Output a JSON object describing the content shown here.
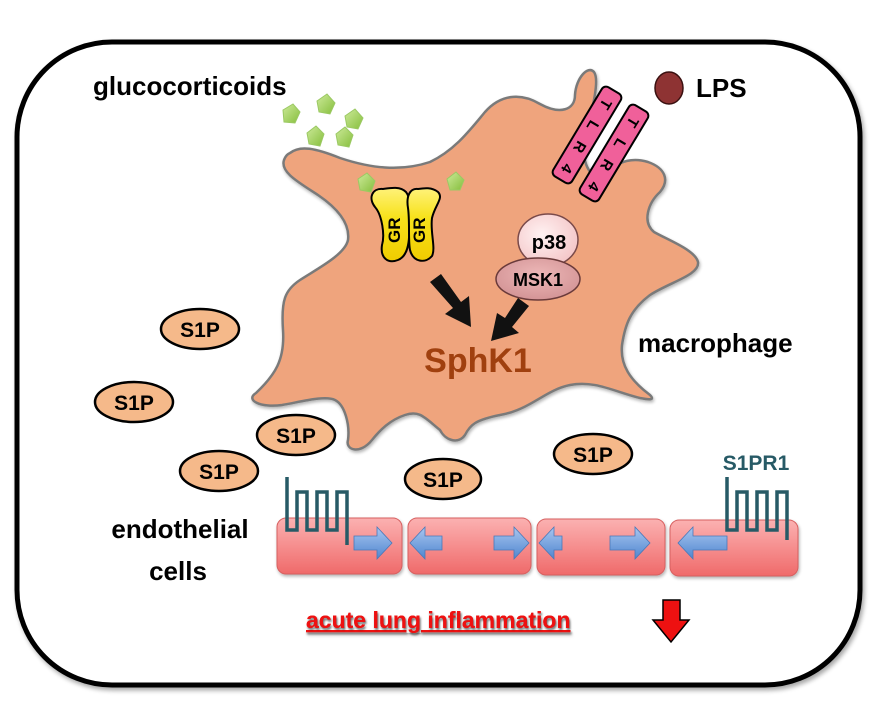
{
  "figure": {
    "type": "schematic",
    "labels": {
      "glucocorticoids": "glucocorticoids",
      "lps": "LPS",
      "macrophage": "macrophage",
      "endothelial": "endothelial",
      "cells": "cells",
      "sphk1": "SphK1",
      "s1pr1": "S1PR1",
      "outcome": "acute lung inflammation"
    },
    "receptors": {
      "gr": [
        "GR",
        "GR"
      ],
      "tlr4": [
        [
          "T",
          "L",
          "R",
          "4"
        ],
        [
          "T",
          "L",
          "R",
          "4"
        ]
      ]
    },
    "kinases": {
      "p38": "p38",
      "msk1": "MSK1"
    },
    "s1p_molecules": [
      "S1P",
      "S1P",
      "S1P",
      "S1P",
      "S1P",
      "S1P"
    ],
    "endothelial_cells": {
      "count": 4,
      "junction_arrows": [
        "right",
        "left",
        "right",
        "left",
        "right",
        "left"
      ]
    },
    "outcome_direction": "decrease",
    "colors": {
      "macrophage_fill": "#EFA47D",
      "macrophage_outline": "#7a7a7a",
      "sphk1_text": "#A0400F",
      "glucocorticoid_fill": "#9ACD4A",
      "gr_fill": "#F6E01A",
      "tlr4_fill": "#F0609A",
      "lps_fill": "#8E3333",
      "p38_fill": "#F8D0D0",
      "msk1_fill": "#D89898",
      "s1p_fill": "#F5B98A",
      "s1pr1_color": "#275A66",
      "endothelial_fill": "#F47C7C",
      "junction_arrow_fill": "#6A9BDA",
      "outcome_text": "#EE1111",
      "outcome_arrow": "#EE1111"
    }
  }
}
